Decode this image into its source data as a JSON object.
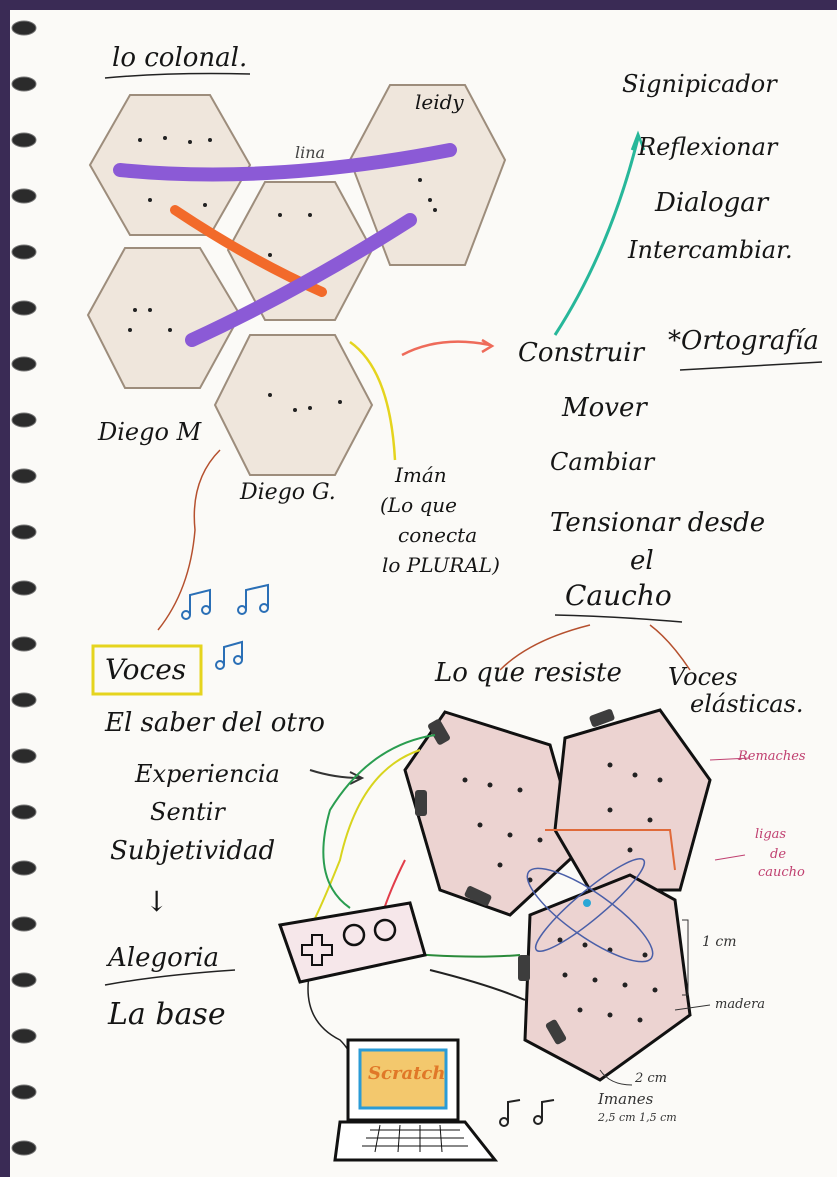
{
  "notes": {
    "title": "lo colonal.",
    "names": {
      "leidy": "leidy",
      "lina": "lina",
      "diego_m": "Diego M",
      "diego_g": "Diego G."
    },
    "verbs_top": [
      "Signipicador",
      "Reflexionar",
      "Dialogar",
      "Intercambiar."
    ],
    "verbs_mid": [
      "Construir",
      "Mover",
      "Cambiar",
      "Tensionar desde"
    ],
    "el": "el",
    "caucho": "Caucho",
    "ortografia": "*Ortografía",
    "iman": [
      "Imán",
      "(Lo que",
      "conecta",
      "lo PLURAL)"
    ],
    "voces": "Voces",
    "voces_list": [
      "El saber del otro",
      "Experiencia",
      "Sentir",
      "Subjetividad"
    ],
    "arrow_down": "↓",
    "alegoria": "Alegoria",
    "la_base": "La base",
    "lo_que_resiste": "Lo que resiste",
    "voces_elasticas": [
      "Voces",
      "elásticas."
    ],
    "screen_text": "Scratch",
    "labels": {
      "remaches": "Remaches",
      "ligas": [
        "ligas",
        "de",
        "caucho"
      ],
      "cm1": "1 cm",
      "madera": "madera",
      "cm2": "2 cm",
      "imanes": "Imanes",
      "dims": "2,5 cm   1,5 cm"
    }
  },
  "colors": {
    "paper": "#fbfaf7",
    "frame": "#3a2b55",
    "purple": "#8b5ad6",
    "orange": "#f26a2a",
    "teal": "#27b79a",
    "yellow": "#e5d41e",
    "brown": "#b5502e",
    "salmon": "#ee6b5a",
    "pink_fill": "#ecd3d1"
  }
}
